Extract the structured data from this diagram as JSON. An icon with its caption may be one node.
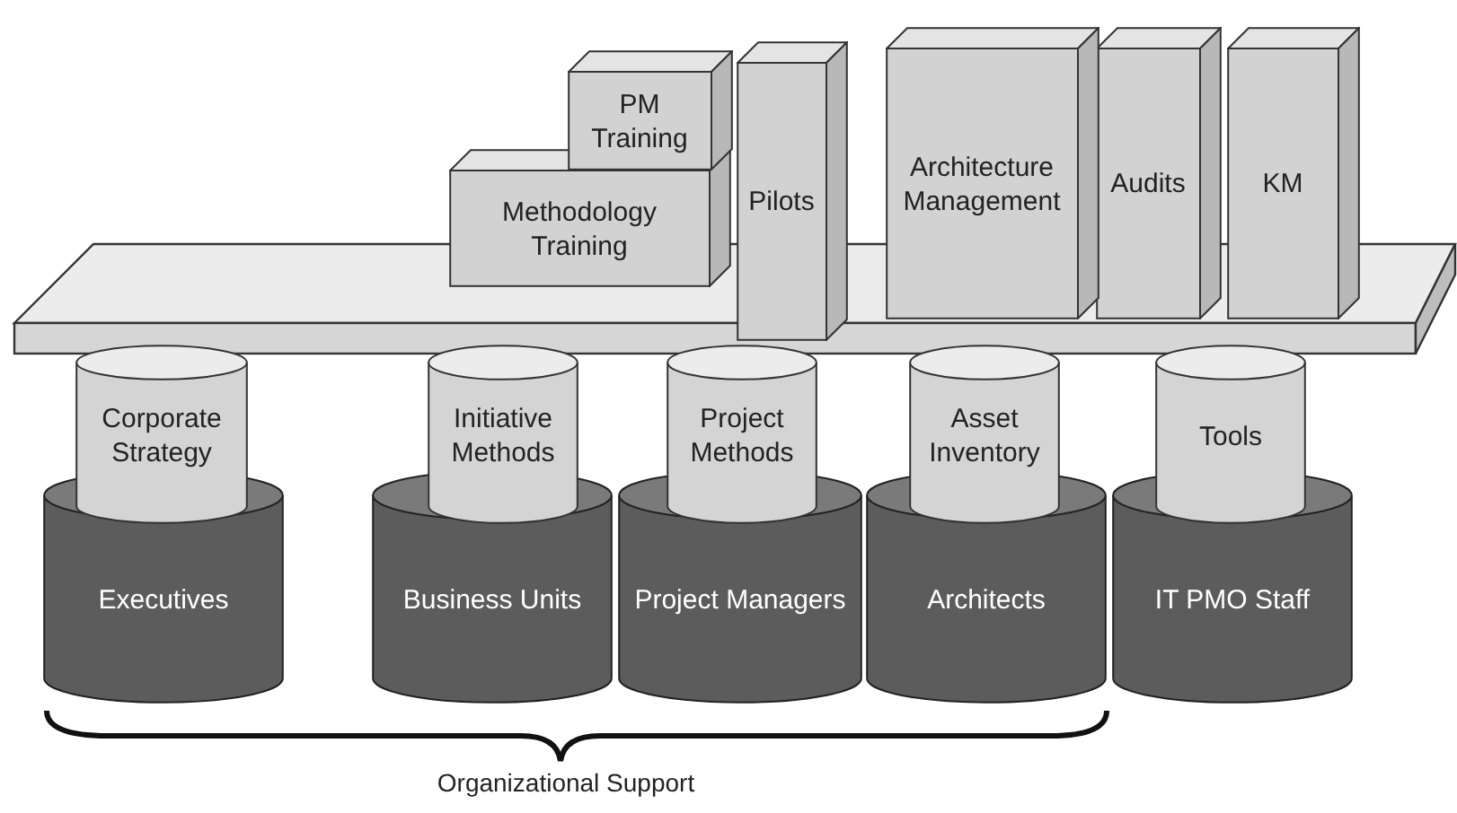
{
  "diagram": {
    "nodes": [
      {
        "text": [
          "PM Training"
        ]
      },
      {
        "text": [
          "Pilots"
        ]
      },
      {
        "text": [
          "Architecture Management"
        ]
      },
      {
        "text": [
          "Audits"
        ]
      },
      {
        "text": [
          "KM"
        ]
      },
      {
        "text": [
          "Methodology Training"
        ]
      },
      {
        "text": [
          "Corporate Strategy"
        ]
      },
      {
        "text": [
          "Initiative Methods"
        ]
      },
      {
        "text": [
          "Project Methods"
        ]
      },
      {
        "text": [
          "Asset Inventory"
        ]
      },
      {
        "text": [
          "Tools"
        ]
      },
      {
        "text": [
          "Executives"
        ]
      },
      {
        "text": [
          "Business Units"
        ]
      },
      {
        "text": [
          "Project Managers"
        ]
      },
      {
        "text": [
          "Architects"
        ]
      },
      {
        "text": [
          "IT PMO Staff"
        ]
      }
    ],
    "edges": [],
    "labels": [
      "Organizational Support"
    ]
  }
}
